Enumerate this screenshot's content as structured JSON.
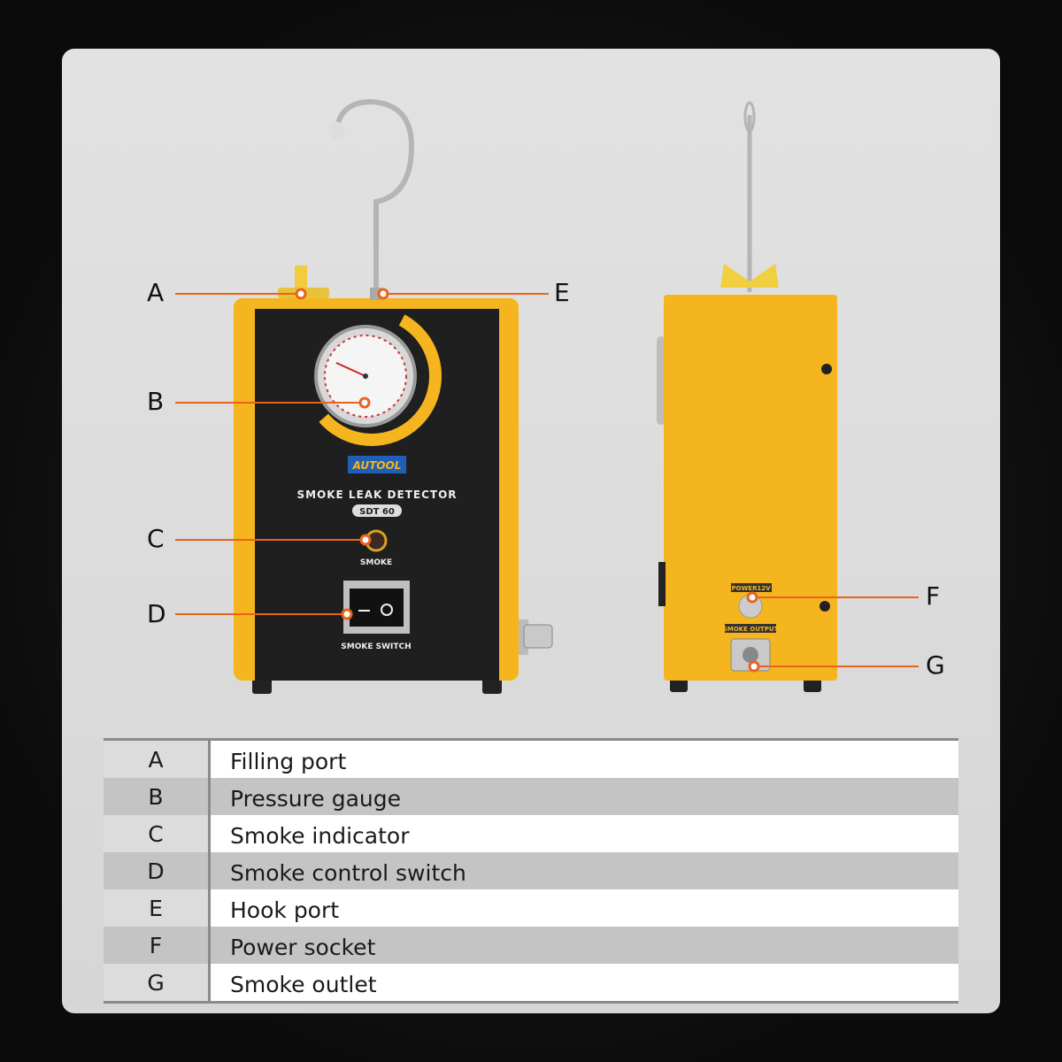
{
  "device": {
    "brand": "AUTOOL",
    "product_name": "SMOKE LEAK DETECTOR",
    "model": "SDT 60",
    "indicator_label": "SMOKE",
    "switch_label": "SMOKE SWITCH",
    "power_label": "POWER",
    "power_voltage": "12V",
    "output_label": "SMOKE OUTPUT"
  },
  "colors": {
    "body_yellow": "#f5b51f",
    "panel_black": "#1f1f1f",
    "callout_orange": "#e8641e",
    "brand_blue": "#1f5fb5"
  },
  "callouts": [
    "A",
    "B",
    "C",
    "D",
    "E",
    "F",
    "G"
  ],
  "legend": [
    {
      "letter": "A",
      "description": "Filling port"
    },
    {
      "letter": "B",
      "description": "Pressure gauge"
    },
    {
      "letter": "C",
      "description": "Smoke indicator"
    },
    {
      "letter": "D",
      "description": "Smoke control switch"
    },
    {
      "letter": "E",
      "description": "Hook port"
    },
    {
      "letter": "F",
      "description": "Power socket"
    },
    {
      "letter": "G",
      "description": "Smoke outlet"
    }
  ]
}
